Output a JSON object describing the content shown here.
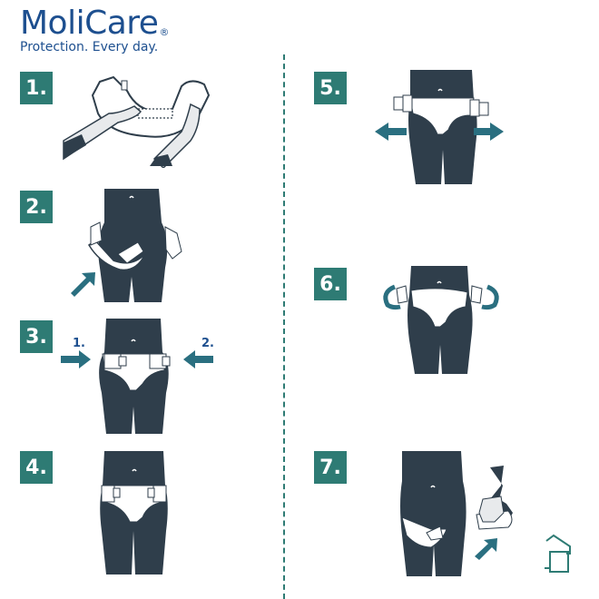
{
  "brand": {
    "name": "MoliCare",
    "registered_mark": "®",
    "tagline": "Protection. Every day."
  },
  "colors": {
    "brand_blue": "#1d4f8f",
    "teal": "#2e7b74",
    "arrow_teal": "#2a6f80",
    "body_dark": "#2f3e4b"
  },
  "steps": [
    {
      "label": "1.",
      "illustration": "hands-unfolding-brief"
    },
    {
      "label": "2.",
      "illustration": "placing-brief-between-legs",
      "arrow": "up-right-arrow"
    },
    {
      "label": "3.",
      "illustration": "fastening-tabs",
      "sub_labels": [
        "1.",
        "2."
      ],
      "arrows": [
        "right-arrow",
        "left-arrow"
      ]
    },
    {
      "label": "4.",
      "illustration": "brief-fastened"
    },
    {
      "label": "5.",
      "illustration": "removing-tabs",
      "arrows": [
        "left-arrow",
        "right-arrow"
      ]
    },
    {
      "label": "6.",
      "illustration": "folding-tabs",
      "arrows": [
        "curved-arrow-left",
        "curved-arrow-right"
      ]
    },
    {
      "label": "7.",
      "illustration": "removing-brief-disposal",
      "arrow": "up-right-arrow",
      "icon": "trash-bin-icon"
    }
  ]
}
